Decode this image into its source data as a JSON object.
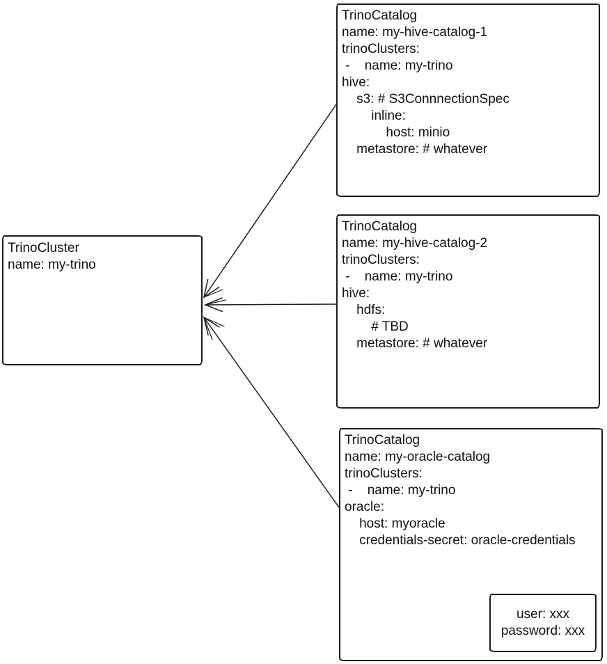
{
  "cluster": {
    "lines": [
      "TrinoCluster",
      "name: my-trino"
    ]
  },
  "catalogs": [
    {
      "name": "my-hive-catalog-1",
      "lines": [
        "TrinoCatalog",
        "name: my-hive-catalog-1",
        "trinoClusters:",
        " -    name: my-trino",
        "hive:",
        "    s3: # S3ConnnectionSpec",
        "        inline:",
        "            host: minio",
        "    metastore: # whatever"
      ]
    },
    {
      "name": "my-hive-catalog-2",
      "lines": [
        "TrinoCatalog",
        "name: my-hive-catalog-2",
        "trinoClusters:",
        " -    name: my-trino",
        "hive:",
        "    hdfs:",
        "        # TBD",
        "    metastore: # whatever"
      ]
    },
    {
      "name": "my-oracle-catalog",
      "lines": [
        "TrinoCatalog",
        "name: my-oracle-catalog",
        "trinoClusters:",
        " -    name: my-trino",
        "oracle:",
        "    host: myoracle",
        "    credentials-secret: oracle-credentials"
      ]
    }
  ],
  "secret": {
    "lines": [
      "user: xxx",
      "password: xxx"
    ]
  },
  "colors": {
    "stroke": "#1c1c1c",
    "text": "#111111",
    "canvas": "#ffffff"
  }
}
